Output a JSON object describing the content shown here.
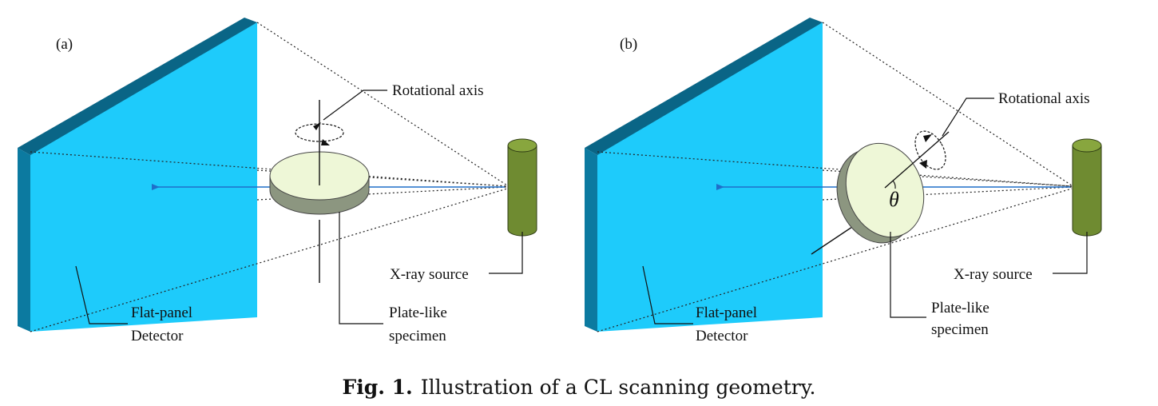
{
  "panels": {
    "a": {
      "id": "(a)",
      "rotational_axis": "Rotational axis",
      "xray_source": "X-ray source",
      "detector": [
        "Flat-panel",
        "Detector"
      ],
      "specimen": [
        "Plate-like",
        "specimen"
      ]
    },
    "b": {
      "id": "(b)",
      "rotational_axis": "Rotational axis",
      "xray_source": "X-ray source",
      "detector": [
        "Flat-panel",
        "Detector"
      ],
      "specimen": [
        "Plate-like",
        "specimen"
      ],
      "angle": "θ"
    }
  },
  "caption": {
    "number": "Fig. 1.",
    "text": "Illustration of a CL scanning geometry."
  },
  "colors": {
    "detector_face": "#1ecbfb",
    "detector_edge": "#0c7aa0",
    "detector_top": "#0a6586",
    "source_body": "#6f8b31",
    "source_top": "#88a63e",
    "specimen_face": "#eef7d7",
    "specimen_side": "#8c9680",
    "beam": "#1f6fc9"
  }
}
